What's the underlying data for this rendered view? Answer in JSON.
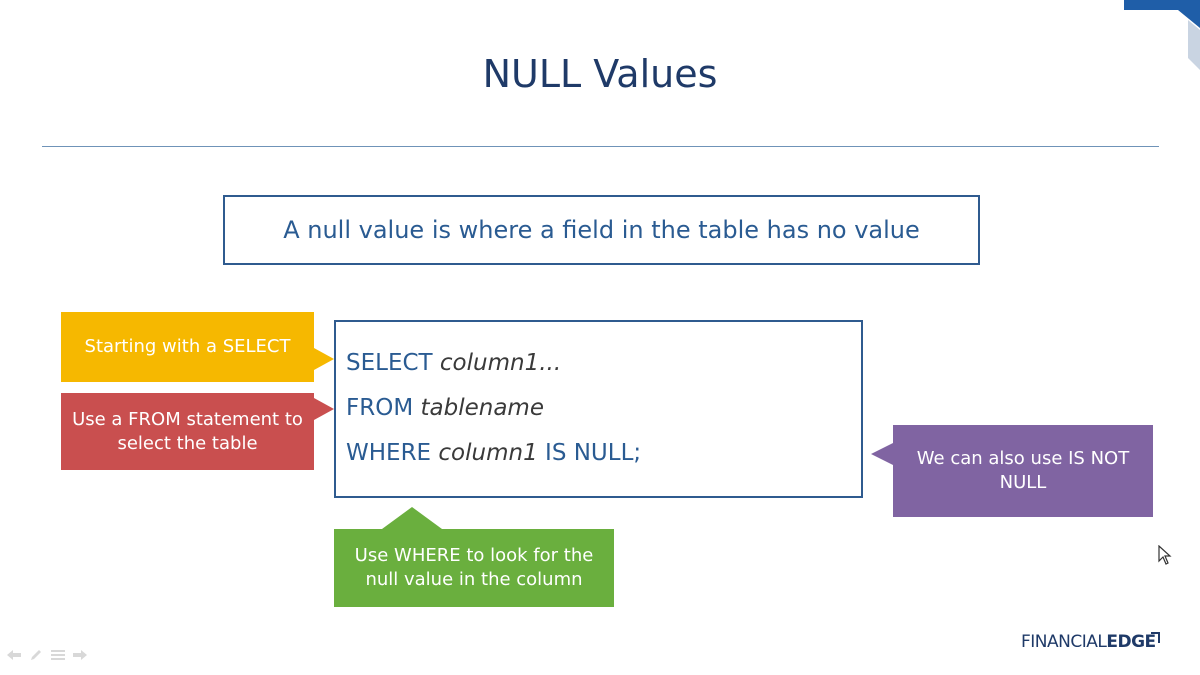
{
  "slide": {
    "title": "NULL Values",
    "definition": "A null value is where a field in the table has no value",
    "code": {
      "line1_keyword": "SELECT ",
      "line1_italic": "column1...",
      "line2_keyword": "FROM ",
      "line2_italic": "tablename",
      "line3_keyword": "WHERE ",
      "line3_italic": "column1",
      "line3_rest": " IS NULL;"
    },
    "callouts": {
      "select": "Starting with a SELECT",
      "from": "Use a FROM statement to select the table",
      "where": "Use WHERE to look for the null value in the column",
      "not_null": "We can also use IS NOT NULL"
    },
    "logo": {
      "light": "FINANCIAL",
      "bold": "EDGE"
    }
  },
  "colors": {
    "title": "#1f3a68",
    "accent_blue": "#2a5b92",
    "yellow": "#f6b800",
    "red": "#c94f4f",
    "green": "#6aaf3e",
    "purple": "#8064a2"
  },
  "toolbar": {
    "icons": [
      "back-arrow-icon",
      "pen-icon",
      "menu-icon",
      "forward-arrow-icon"
    ]
  }
}
